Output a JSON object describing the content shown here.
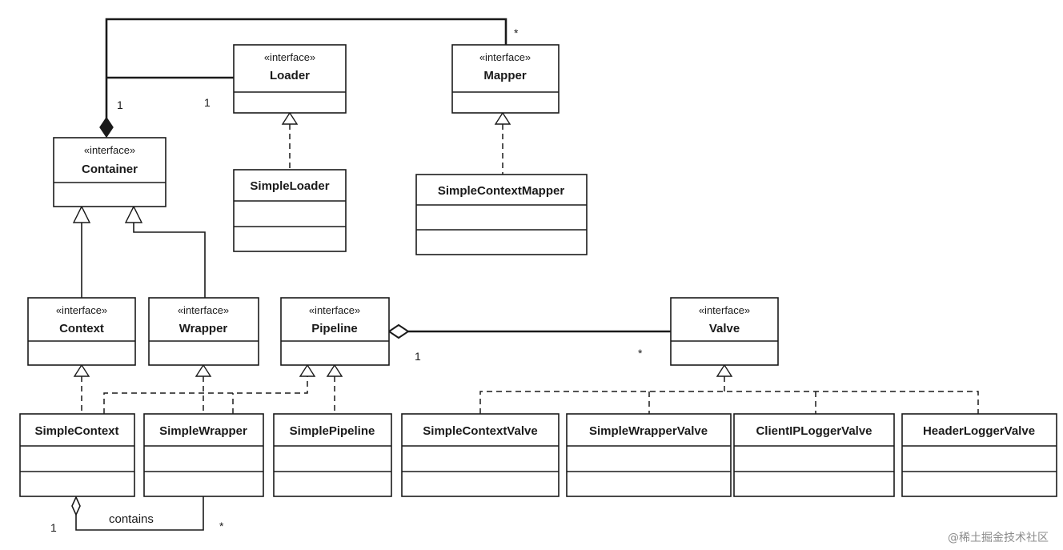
{
  "classes": {
    "loader": {
      "stereotype": "«interface»",
      "name": "Loader"
    },
    "mapper": {
      "stereotype": "«interface»",
      "name": "Mapper"
    },
    "container": {
      "stereotype": "«interface»",
      "name": "Container"
    },
    "simple_loader": {
      "name": "SimpleLoader"
    },
    "simple_context_mapper": {
      "name": "SimpleContextMapper"
    },
    "context": {
      "stereotype": "«interface»",
      "name": "Context"
    },
    "wrapper": {
      "stereotype": "«interface»",
      "name": "Wrapper"
    },
    "pipeline": {
      "stereotype": "«interface»",
      "name": "Pipeline"
    },
    "valve": {
      "stereotype": "«interface»",
      "name": "Valve"
    },
    "simple_context": {
      "name": "SimpleContext"
    },
    "simple_wrapper": {
      "name": "SimpleWrapper"
    },
    "simple_pipeline": {
      "name": "SimplePipeline"
    },
    "simple_context_valve": {
      "name": "SimpleContextValve"
    },
    "simple_wrapper_valve": {
      "name": "SimpleWrapperValve"
    },
    "client_ip_logger_valve": {
      "name": "ClientIPLoggerValve"
    },
    "header_logger_valve": {
      "name": "HeaderLoggerValve"
    }
  },
  "multiplicities": {
    "mapper_star": "*",
    "container_one": "1",
    "loader_one": "1",
    "pipeline_one": "1",
    "valve_star": "*",
    "contains_one": "1",
    "contains_star": "*"
  },
  "labels": {
    "contains": "contains"
  },
  "watermark": "@稀土掘金技术社区"
}
